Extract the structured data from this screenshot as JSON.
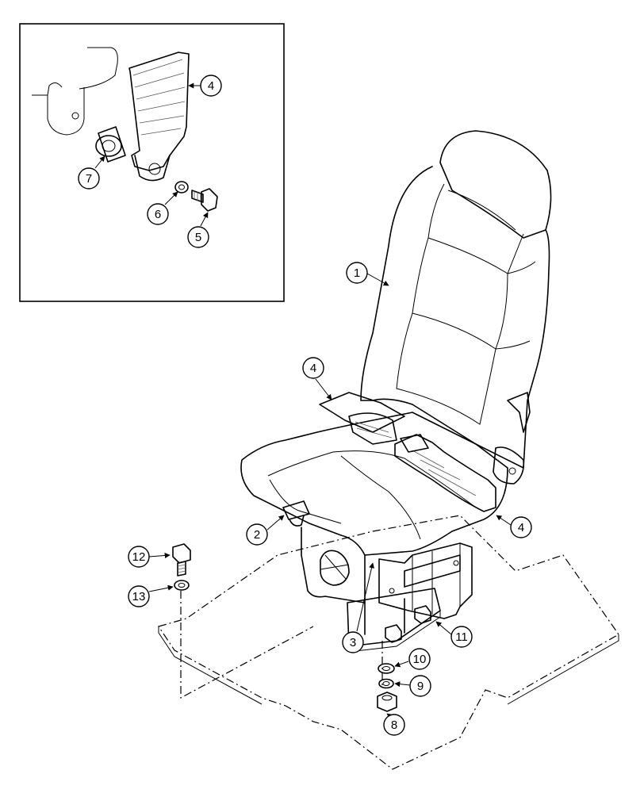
{
  "callouts": [
    {
      "id": "1",
      "label": "1"
    },
    {
      "id": "2",
      "label": "2"
    },
    {
      "id": "3",
      "label": "3"
    },
    {
      "id": "4a",
      "label": "4"
    },
    {
      "id": "4b",
      "label": "4"
    },
    {
      "id": "4c",
      "label": "4"
    },
    {
      "id": "5",
      "label": "5"
    },
    {
      "id": "6",
      "label": "6"
    },
    {
      "id": "7",
      "label": "7"
    },
    {
      "id": "8",
      "label": "8"
    },
    {
      "id": "9",
      "label": "9"
    },
    {
      "id": "10",
      "label": "10"
    },
    {
      "id": "11",
      "label": "11"
    },
    {
      "id": "12",
      "label": "12"
    },
    {
      "id": "13",
      "label": "13"
    }
  ]
}
